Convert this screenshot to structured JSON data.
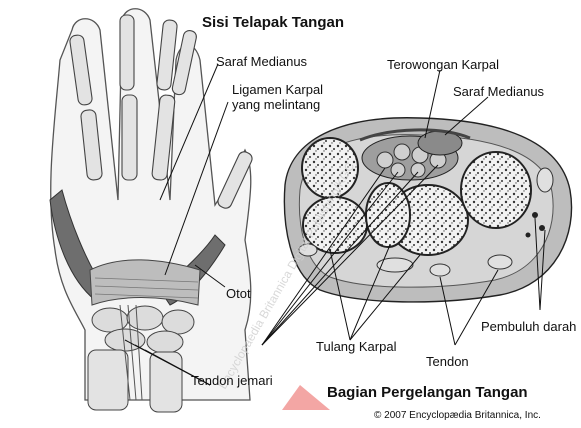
{
  "diagram": {
    "title_palm": "Sisi Telapak Tangan",
    "title_wrist": "Bagian Pergelangan Tangan",
    "credit": "© 2007 Encyclopædia Britannica, Inc.",
    "watermark": "Encyclopaedia Britannica Digital Publishing/KGC",
    "labels": {
      "median_nerve_hand": "Saraf Medianus",
      "transverse_ligament_line1": "Ligamen Karpal",
      "transverse_ligament_line2": "yang melintang",
      "muscle": "Otot",
      "finger_tendons": "Tendon jemari",
      "carpal_tunnel": "Terowongan Karpal",
      "median_nerve_section": "Saraf Medianus",
      "carpal_bones": "Tulang Karpal",
      "tendon": "Tendon",
      "blood_vessels": "Pembuluh darah"
    },
    "colors": {
      "bone": "#d9d9d9",
      "bone_outline": "#3a3a3a",
      "muscle": "#6e6e6e",
      "ligament": "#bdbdbd",
      "tissue": "#a8a8a8",
      "background": "#ffffff",
      "watermark_red": "#e53935"
    }
  }
}
